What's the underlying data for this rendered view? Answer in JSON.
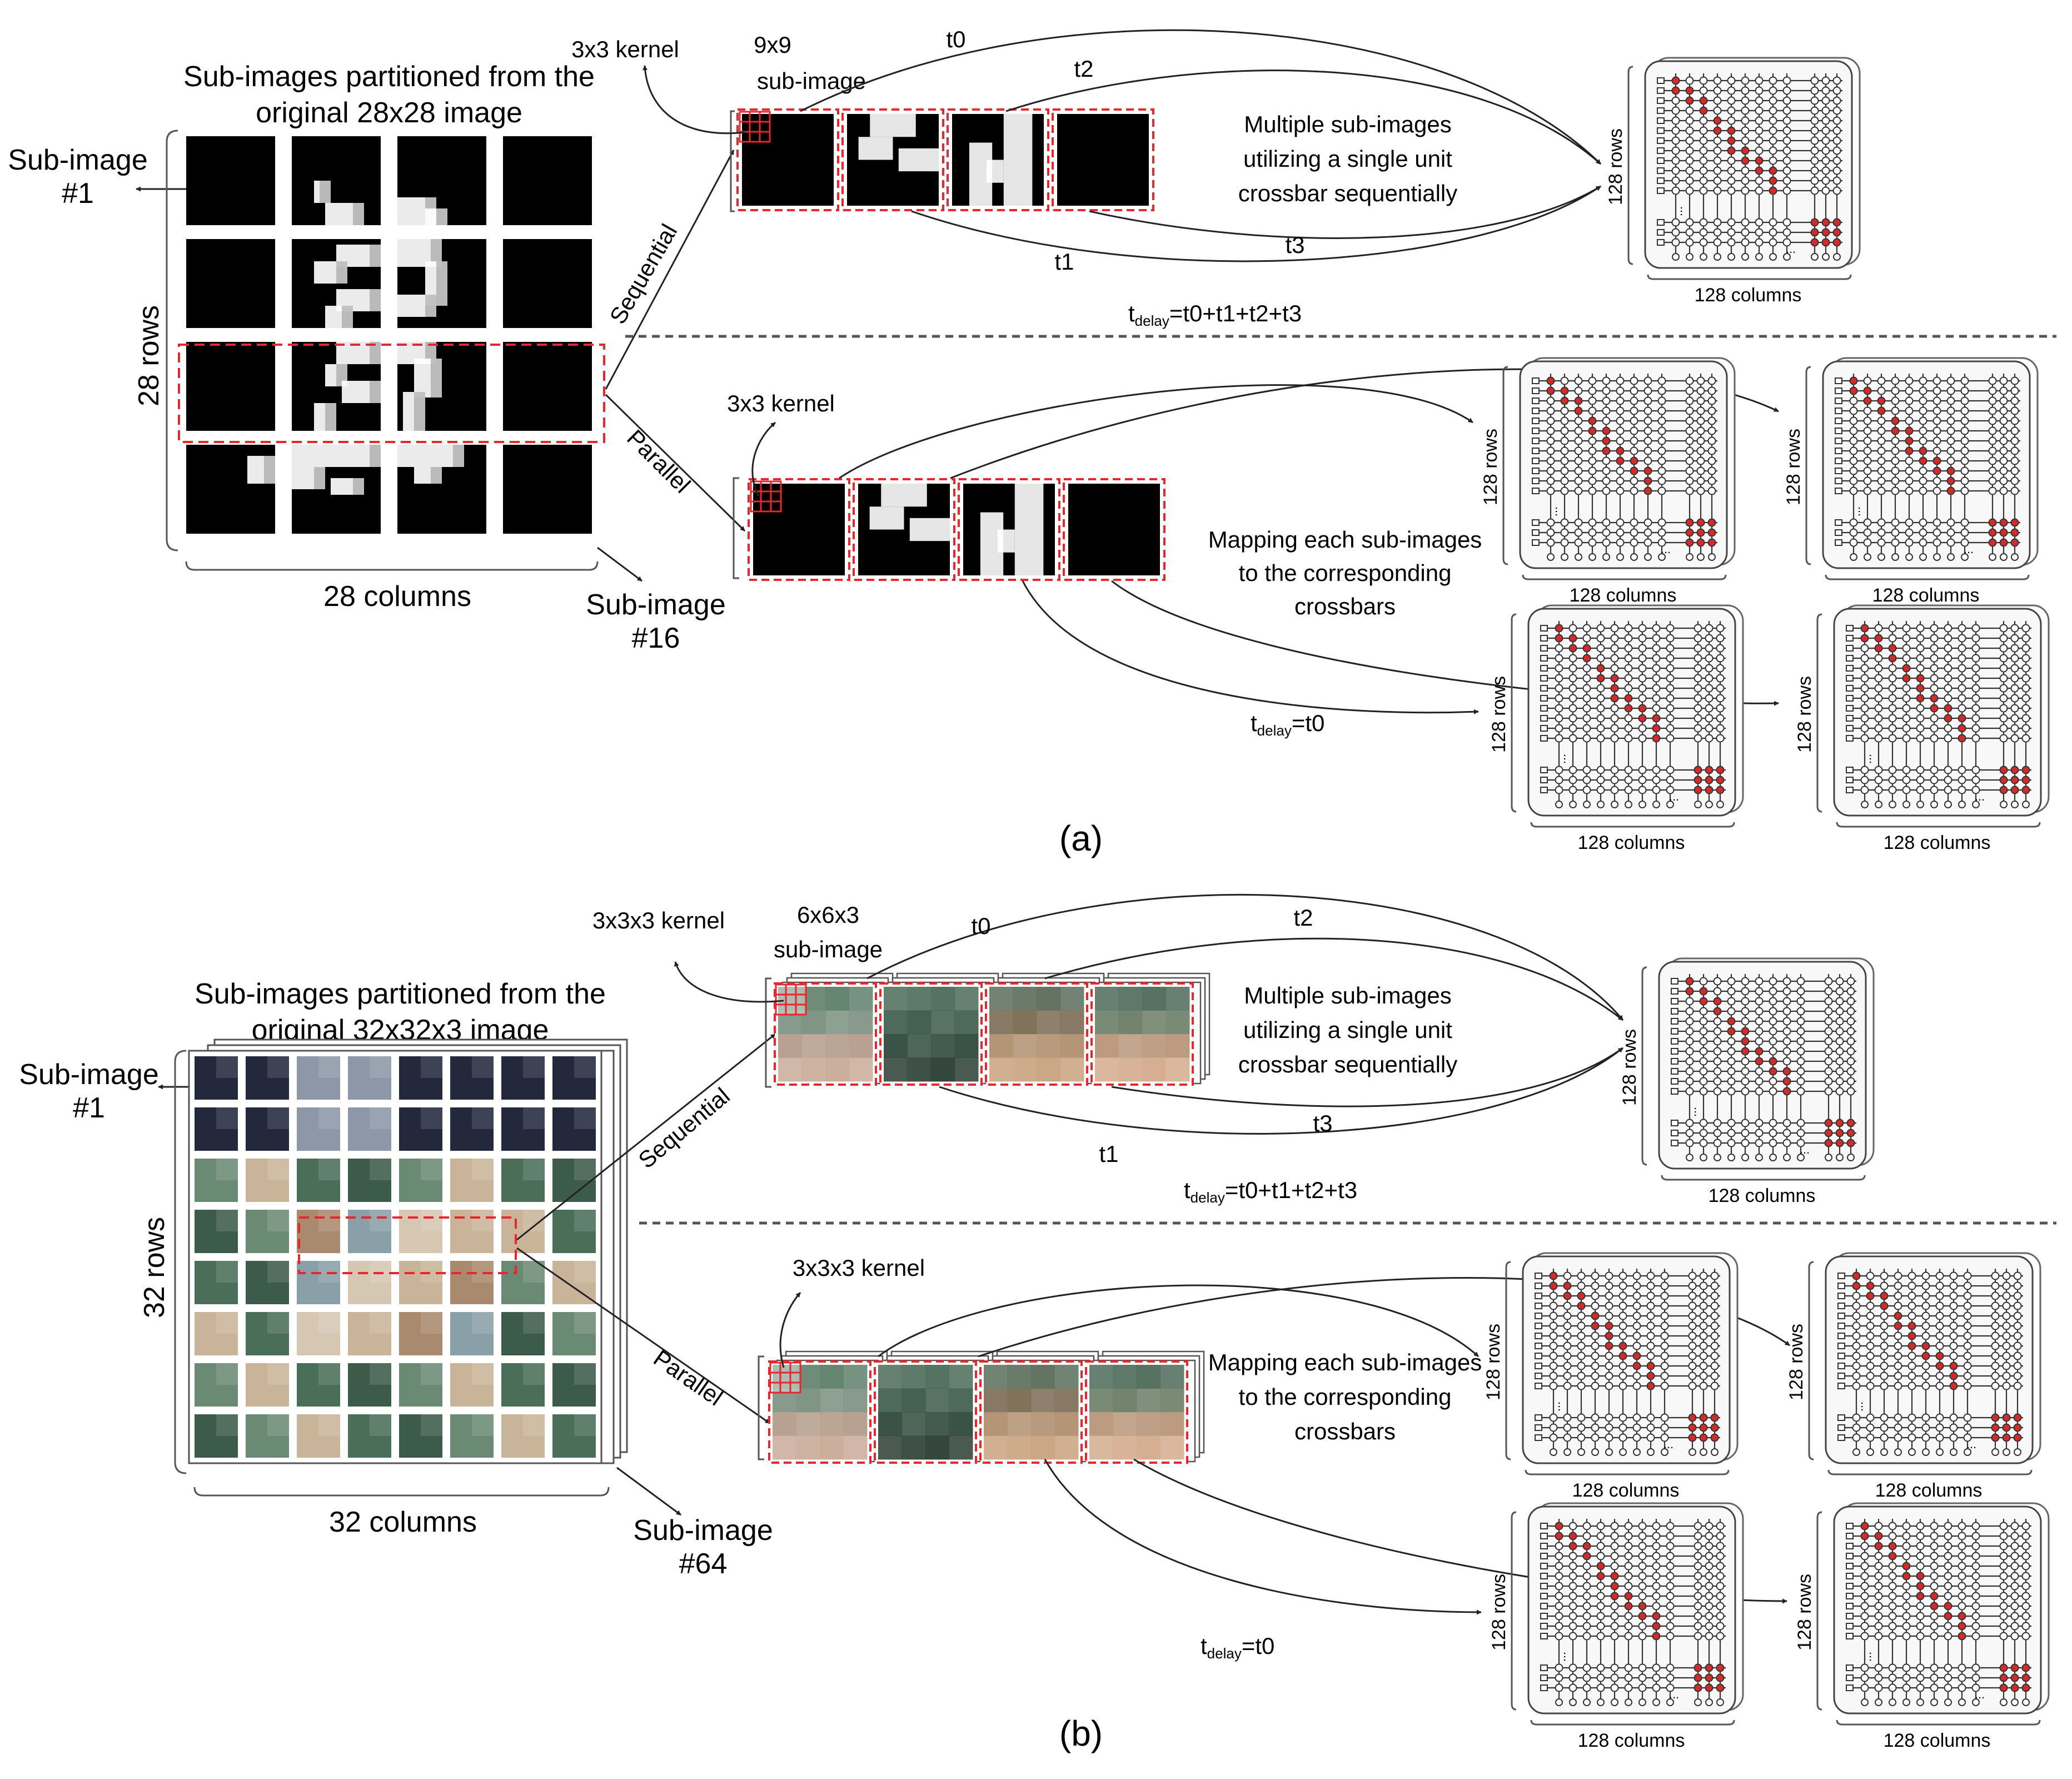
{
  "panel_a": {
    "grid_title_1": "Sub-images partitioned from the",
    "grid_title_2": "original 28x28 image",
    "rows_label": "28 rows",
    "cols_label": "28 columns",
    "sub_first_1": "Sub-image",
    "sub_first_2": "#1",
    "sub_last_1": "Sub-image",
    "sub_last_2": "#16",
    "sequential": "Sequential",
    "parallel": "Parallel",
    "kernel_seq": "3x3 kernel",
    "subimage_size_1": "9x9",
    "subimage_size_2": "sub-image",
    "kernel_par": "3x3 kernel",
    "t0": "t0",
    "t1": "t1",
    "t2": "t2",
    "t3": "t3",
    "seq_desc_1": "Multiple sub-images",
    "seq_desc_2": "utilizing a single unit",
    "seq_desc_3": "crossbar sequentially",
    "tdelay_seq_t": "t",
    "tdelay_seq_sub": "delay",
    "tdelay_seq_eq": "=t0+t1+t2+t3",
    "par_desc_1": "Mapping each sub-images",
    "par_desc_2": "to the corresponding",
    "par_desc_3": "crossbars",
    "tdelay_par_t": "t",
    "tdelay_par_sub": "delay",
    "tdelay_par_eq": "=t0",
    "caption": "(a)"
  },
  "panel_b": {
    "grid_title_1": "Sub-images partitioned from the",
    "grid_title_2": "original 32x32x3 image",
    "rows_label": "32 rows",
    "cols_label": "32 columns",
    "sub_first_1": "Sub-image",
    "sub_first_2": "#1",
    "sub_last_1": "Sub-image",
    "sub_last_2": "#64",
    "sequential": "Sequential",
    "parallel": "Parallel",
    "kernel_seq": "3x3x3 kernel",
    "subimage_size_1": "6x6x3",
    "subimage_size_2": "sub-image",
    "kernel_par": "3x3x3 kernel",
    "t0": "t0",
    "t1": "t1",
    "t2": "t2",
    "t3": "t3",
    "seq_desc_1": "Multiple sub-images",
    "seq_desc_2": "utilizing a single unit",
    "seq_desc_3": "crossbar sequentially",
    "tdelay_seq_t": "t",
    "tdelay_seq_sub": "delay",
    "tdelay_seq_eq": "=t0+t1+t2+t3",
    "par_desc_1": "Mapping each sub-images",
    "par_desc_2": "to the corresponding",
    "par_desc_3": "crossbars",
    "tdelay_par_t": "t",
    "tdelay_par_sub": "delay",
    "tdelay_par_eq": "=t0",
    "caption": "(b)"
  },
  "crossbar": {
    "rows_label": "128 rows",
    "cols_label": "128 columns",
    "ellipsis": "..."
  },
  "colors": {
    "dash_red": "#e8262b",
    "active_cell": "#d42a2a",
    "separator": "#555555",
    "digit_white": "#ffffff",
    "digit_gray": "#9a9a9a",
    "tile_dark": "#2a2f45",
    "tile_green": "#4a6e58",
    "tile_skin": "#c9a27e"
  }
}
